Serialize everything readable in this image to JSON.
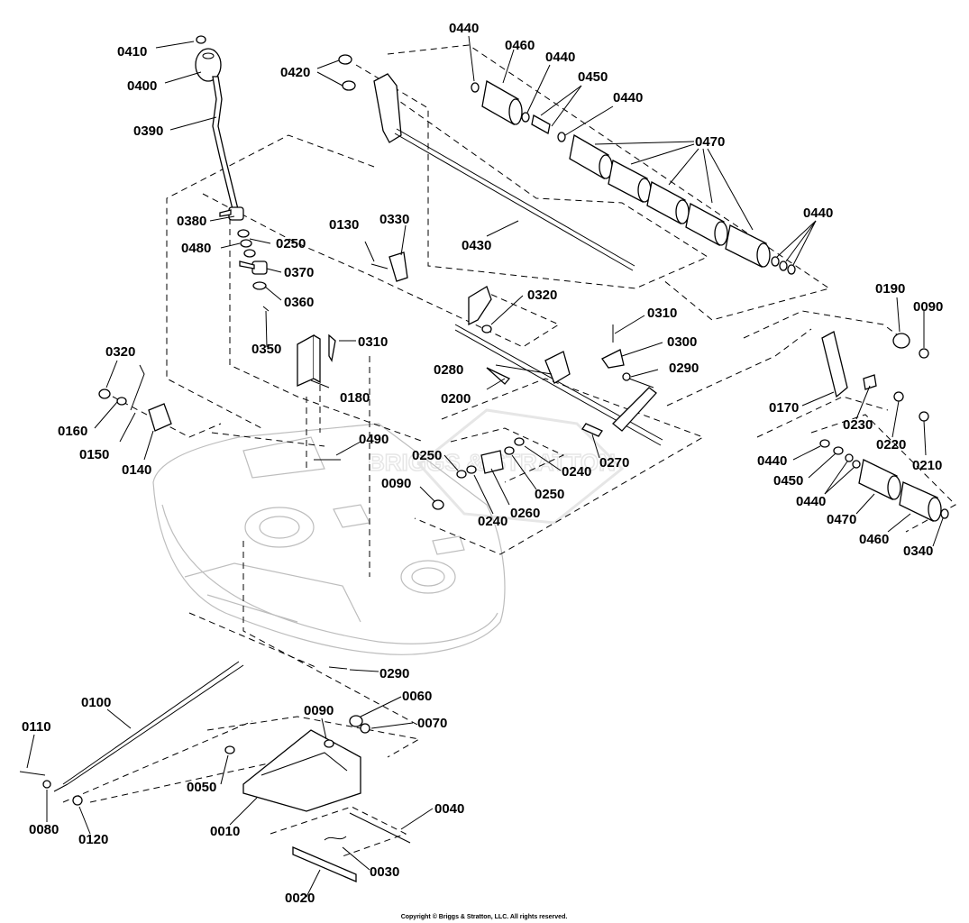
{
  "diagram": {
    "watermark": "BRIGGS & STRATTON",
    "copyright": "Copyright © Briggs & Stratton, LLC. All rights reserved.",
    "callouts": {
      "c0410": "0410",
      "c0400": "0400",
      "c0390": "0390",
      "c0420": "0420",
      "c0440a": "0440",
      "c0460a": "0460",
      "c0440b": "0440",
      "c0450a": "0450",
      "c0440c": "0440",
      "c0470a": "0470",
      "c0440d": "0440",
      "c0430": "0430",
      "c0130": "0130",
      "c0330": "0330",
      "c0380": "0380",
      "c0480": "0480",
      "c0250a": "0250",
      "c0370": "0370",
      "c0360": "0360",
      "c0350": "0350",
      "c0310a": "0310",
      "c0180": "0180",
      "c0320a": "0320",
      "c0320b": "0320",
      "c0160": "0160",
      "c0150": "0150",
      "c0140": "0140",
      "c0310b": "0310",
      "c0300": "0300",
      "c0280": "0280",
      "c0290a": "0290",
      "c0200": "0200",
      "c0270": "0270",
      "c0190": "0190",
      "c0090a": "0090",
      "c0170": "0170",
      "c0230": "0230",
      "c0220": "0220",
      "c0210": "0210",
      "c0490": "0490",
      "c0250b": "0250",
      "c0240a": "0240",
      "c0250c": "0250",
      "c0260": "0260",
      "c0240b": "0240",
      "c0090b": "0090",
      "c0440e": "0440",
      "c0450b": "0450",
      "c0440f": "0440",
      "c0470b": "0470",
      "c0460b": "0460",
      "c0340": "0340",
      "c0290b": "0290",
      "c0100": "0100",
      "c0060": "0060",
      "c0070": "0070",
      "c0090c": "0090",
      "c0110": "0110",
      "c0050": "0050",
      "c0080": "0080",
      "c0120": "0120",
      "c0010": "0010",
      "c0040": "0040",
      "c0030": "0030",
      "c0020": "0020"
    }
  }
}
